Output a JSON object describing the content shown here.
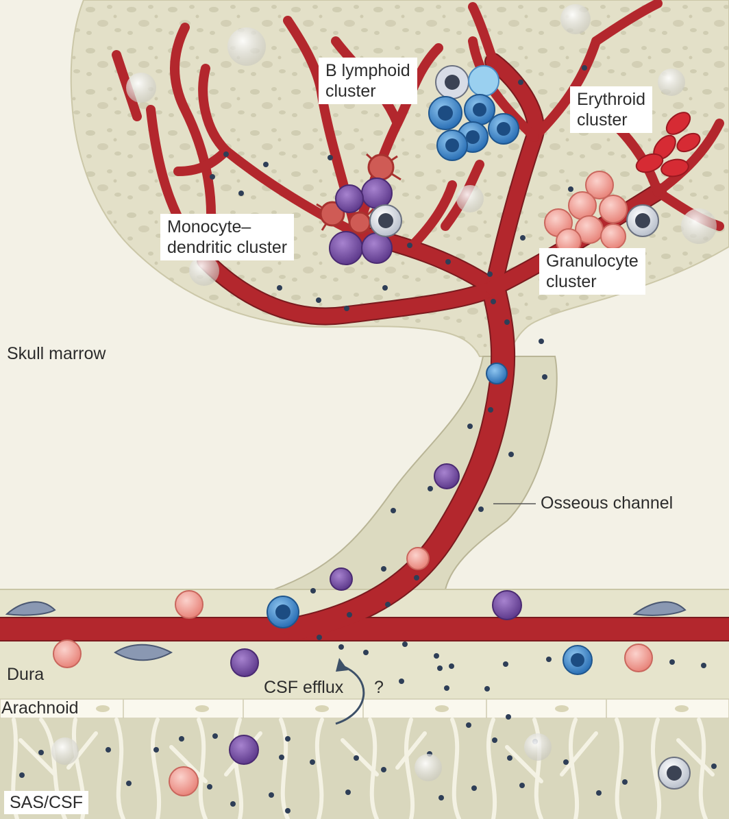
{
  "labels": {
    "b_lymphoid": "B lymphoid\ncluster",
    "erythroid": "Erythroid\ncluster",
    "monocyte_dendritic": "Monocyte–\ndendritic cluster",
    "granulocyte": "Granulocyte\ncluster",
    "skull_marrow": "Skull marrow",
    "osseous_channel": "Osseous channel",
    "dura": "Dura",
    "csf_efflux": "CSF efflux",
    "question_mark": "?",
    "arachnoid": "Arachnoid",
    "sas_csf": "SAS/CSF"
  },
  "colors": {
    "vessel": "#b3272d",
    "vessel_outline": "#7a1a1e",
    "marrow": "#e2e0c9",
    "marrow_pore": "#cfcbb0",
    "background": "#f3f1e6",
    "dura": "#e6e4cc",
    "arachnoid": "#faf8ee",
    "sas": "#d9d7bd",
    "b_cell": "#2f7dc4",
    "monocyte": "#7b4fa8",
    "granulocyte": "#f0a39b",
    "erythrocyte": "#d62b34",
    "dot": "#2e3e57"
  },
  "icons": [
    "arrow-curved-up-icon",
    "b-cell-icon",
    "monocyte-icon",
    "granulocyte-icon",
    "red-blood-cell-icon",
    "dendritic-cell-icon",
    "t-cell-icon"
  ]
}
